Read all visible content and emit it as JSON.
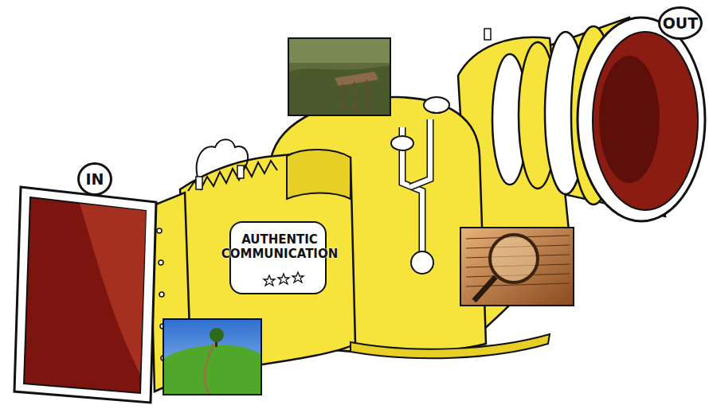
{
  "diagram": {
    "nodes": [
      {
        "text": [
          "IN"
        ]
      },
      {
        "text": [
          "AUTHENTIC COMMUNICATION"
        ]
      },
      {
        "text": [
          "OUT"
        ]
      }
    ]
  }
}
